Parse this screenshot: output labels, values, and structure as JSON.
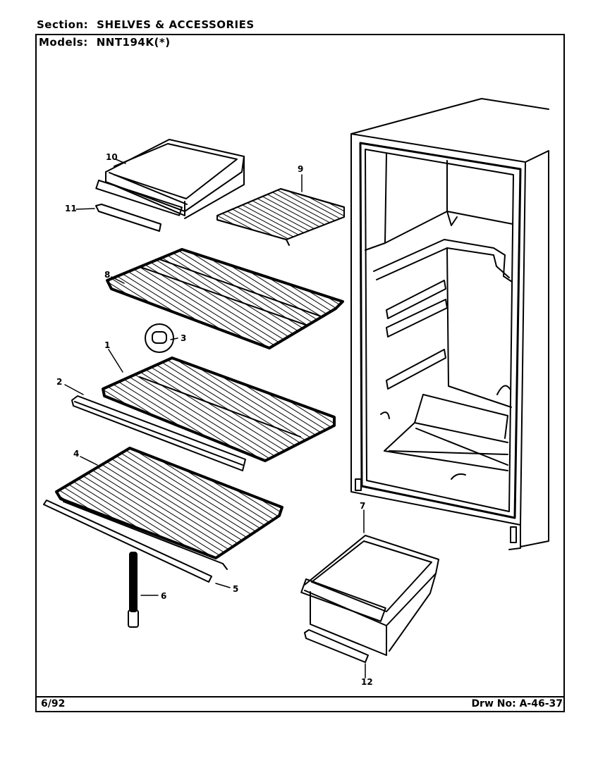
{
  "header": {
    "section_label": "Section:",
    "section_value": "SHELVES & ACCESSORIES",
    "models_label": "Models:",
    "models_value": "NNT194K(*)"
  },
  "callouts": {
    "c1": "1",
    "c2": "2",
    "c3": "3",
    "c4": "4",
    "c5": "5",
    "c6": "6",
    "c7": "7",
    "c8": "8",
    "c9": "9",
    "c10": "10",
    "c11": "11",
    "c12": "12"
  },
  "footer": {
    "date": "6/92",
    "drawing_number": "Drw No: A-46-37"
  }
}
